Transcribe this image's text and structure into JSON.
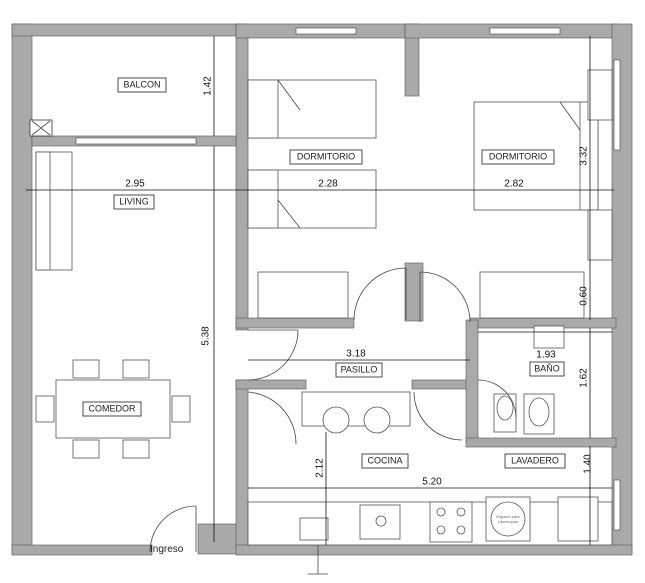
{
  "rooms": {
    "balcon": "BALCON",
    "dormitorio_1": "DORMITORIO",
    "dormitorio_2": "DORMITORIO",
    "living": "LIVING",
    "comedor": "COMEDOR",
    "pasillo": "PASILLO",
    "bano": "BAÑO",
    "cocina": "COCINA",
    "lavadero": "LAVADERO"
  },
  "dimensions": {
    "balcon_height": "1.42",
    "living_width": "2.95",
    "dorm1_width": "2.28",
    "dorm2_width": "2.82",
    "dorm2_height": "3.32",
    "closet_depth": "0.60",
    "living_height": "5.38",
    "pasillo_length": "3.18",
    "bano_width": "1.93",
    "bano_height": "1.62",
    "cocina_height": "2.12",
    "lavadero_height": "1.40",
    "cocina_length": "5.20"
  },
  "annotations": {
    "entry": "Ingreso",
    "washer_note_1": "Espacio para",
    "washer_note_2": "Lavarropas"
  }
}
